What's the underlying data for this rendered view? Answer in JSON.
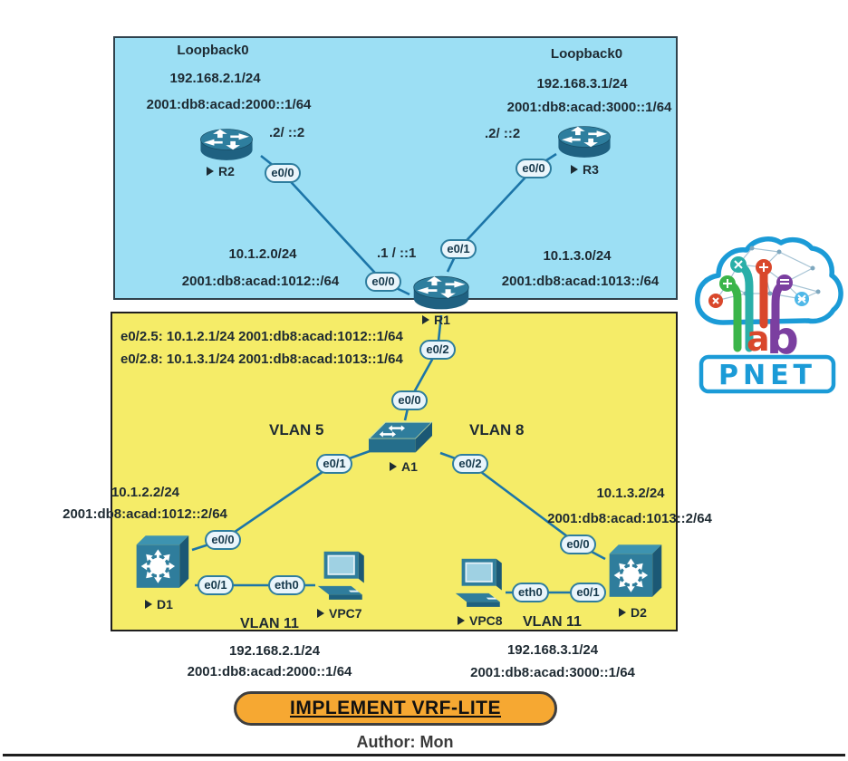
{
  "colors": {
    "zone_top_fill": "#9CDFF4",
    "zone_bottom_fill": "#F5EC68",
    "link_line": "#1C75A8",
    "device_teal": "#2F7D9C",
    "banner_orange": "#F6A832",
    "logo_blue": "#1B9BD7"
  },
  "devices": {
    "r1": {
      "name": "R1"
    },
    "r2": {
      "name": "R2"
    },
    "r3": {
      "name": "R3"
    },
    "a1": {
      "name": "A1"
    },
    "d1": {
      "name": "D1"
    },
    "d2": {
      "name": "D2"
    },
    "vpc7": {
      "name": "VPC7"
    },
    "vpc8": {
      "name": "VPC8"
    }
  },
  "interfaces": {
    "r2_e00": "e0/0",
    "r3_e00": "e0/0",
    "r1_e00": "e0/0",
    "r1_e01": "e0/1",
    "r1_e02": "e0/2",
    "a1_e00": "e0/0",
    "a1_e01": "e0/1",
    "a1_e02": "e0/2",
    "d1_e00": "e0/0",
    "d1_e01": "e0/1",
    "vpc7_eth0": "eth0",
    "d2_e00": "e0/0",
    "d2_e01": "e0/1",
    "vpc8_eth0": "eth0"
  },
  "labels": {
    "r2_loopback_title": "Loopback0",
    "r2_loopback_v4": "192.168.2.1/24",
    "r2_loopback_v6": "2001:db8:acad:2000::1/64",
    "r3_loopback_title": "Loopback0",
    "r3_loopback_v4": "192.168.3.1/24",
    "r3_loopback_v6": "2001:db8:acad:3000::1/64",
    "r2_link_addr": ".2/ ::2",
    "r3_link_addr": ".2/ ::2",
    "r1_link_addr": ".1 / ::1",
    "net_left_v4": "10.1.2.0/24",
    "net_left_v6": "2001:db8:acad:1012::/64",
    "net_right_v4": "10.1.3.0/24",
    "net_right_v6": "2001:db8:acad:1013::/64",
    "r1_subif_1": "e0/2.5: 10.1.2.1/24 2001:db8:acad:1012::1/64",
    "r1_subif_2": "e0/2.8: 10.1.3.1/24 2001:db8:acad:1013::1/64",
    "vlan5": "VLAN 5",
    "vlan8": "VLAN 8",
    "d1_v4": "10.1.2.2/24",
    "d1_v6": "2001:db8:acad:1012::2/64",
    "d2_v4": "10.1.3.2/24",
    "d2_v6": "2001:db8:acad:1013::2/64",
    "vlan11_left": "VLAN 11",
    "vlan11_right": "VLAN 11",
    "vpc7_v4": "192.168.2.1/24",
    "vpc7_v6": "2001:db8:acad:2000::1/64",
    "vpc8_v4": "192.168.3.1/24",
    "vpc8_v6": "2001:db8:acad:3000::1/64"
  },
  "banner": {
    "title": "IMPLEMENT VRF-LITE",
    "author": "Author: Mon"
  },
  "logo": {
    "letter_a": "a",
    "letter_b": "b",
    "wordmark": "PNET"
  }
}
